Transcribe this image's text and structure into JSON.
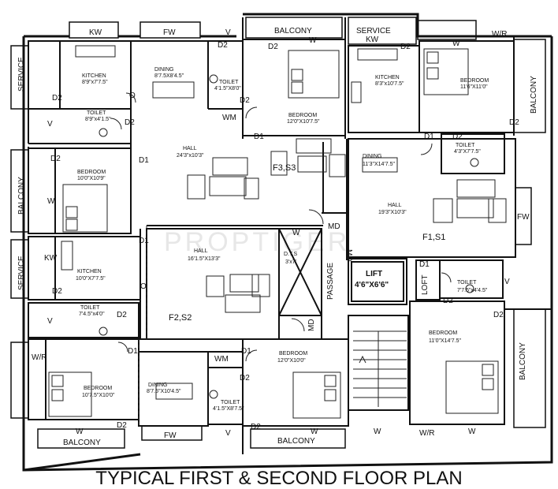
{
  "title": "TYPICAL FIRST & SECOND FLOOR PLAN",
  "watermark": "PROPTIGER",
  "lift": {
    "label": "LIFT",
    "size": "4'6\"X6'6\""
  },
  "flats": {
    "f1": "F1,S1",
    "f2": "F2,S2",
    "f3": "F3,S3"
  },
  "rooms": {
    "kitchen_tl": {
      "name": "KITCHEN",
      "size": "8'9\"x7'7.5\""
    },
    "dining_top": {
      "name": "DINING",
      "size": "8'7.5X8'4.5\""
    },
    "toilet_top": {
      "name": "TOILET",
      "size": "4'1.5\"X8'0\""
    },
    "bedroom_topmid": {
      "name": "BEDROOM",
      "size": "12'0\"X10'7.5\""
    },
    "kitchen_topright": {
      "name": "KITCHEN",
      "size": "8'3\"x10'7.5\""
    },
    "bedroom_tr": {
      "name": "BEDROOM",
      "size": "11'6\"X11'0\""
    },
    "toilet_left": {
      "name": "TOILET",
      "size": "8'9\"x4'1.5\""
    },
    "hall_top": {
      "name": "HALL",
      "size": "24'3\"x10'3\""
    },
    "toilet_right": {
      "name": "TOILET",
      "size": "4'3\"X7'7.5\""
    },
    "dining_right": {
      "name": "DINING",
      "size": "11'3\"X14'7.5\""
    },
    "bedroom_left": {
      "name": "BEDROOM",
      "size": "10'0\"X10'9\""
    },
    "hall_right": {
      "name": "HALL",
      "size": "19'3\"X10'3\""
    },
    "hall_mid": {
      "name": "HALL",
      "size": "16'1.5\"X13'3\""
    },
    "kitchen_left": {
      "name": "KITCHEN",
      "size": "10'0\"X7'7.5\""
    },
    "dts": {
      "name": "D.T.S",
      "size": "3'x7'"
    },
    "toilet_lift": {
      "name": "TOILET",
      "size": "7'7.5\"x4'4.5\""
    },
    "toilet_left_low": {
      "name": "TOILET",
      "size": "7'4.5\"x4'0\""
    },
    "bedroom_br": {
      "name": "BEDROOM",
      "size": "11'0\"X14'7.5\""
    },
    "bedroom_bl": {
      "name": "BEDROOM",
      "size": "10'7.5\"X10'0\""
    },
    "dining_bottom": {
      "name": "DINING",
      "size": "8'7.5\"X10'4.5\""
    },
    "toilet_bottom": {
      "name": "TOILET",
      "size": "4'1.5\"X8'7.5\""
    },
    "bedroom_bottommid": {
      "name": "BEDROOM",
      "size": "12'0\"X10'0\""
    }
  },
  "areas": {
    "balcony": "BALCONY",
    "service": "SERVICE",
    "passage": "PASSAGE",
    "loft": "LOFT"
  },
  "codes": {
    "kw": "KW",
    "fw": "FW",
    "wm": "WM",
    "w": "W",
    "v": "V",
    "wr": "W/R",
    "md": "MD",
    "d1": "D1",
    "d2": "D2",
    "o": "O"
  }
}
